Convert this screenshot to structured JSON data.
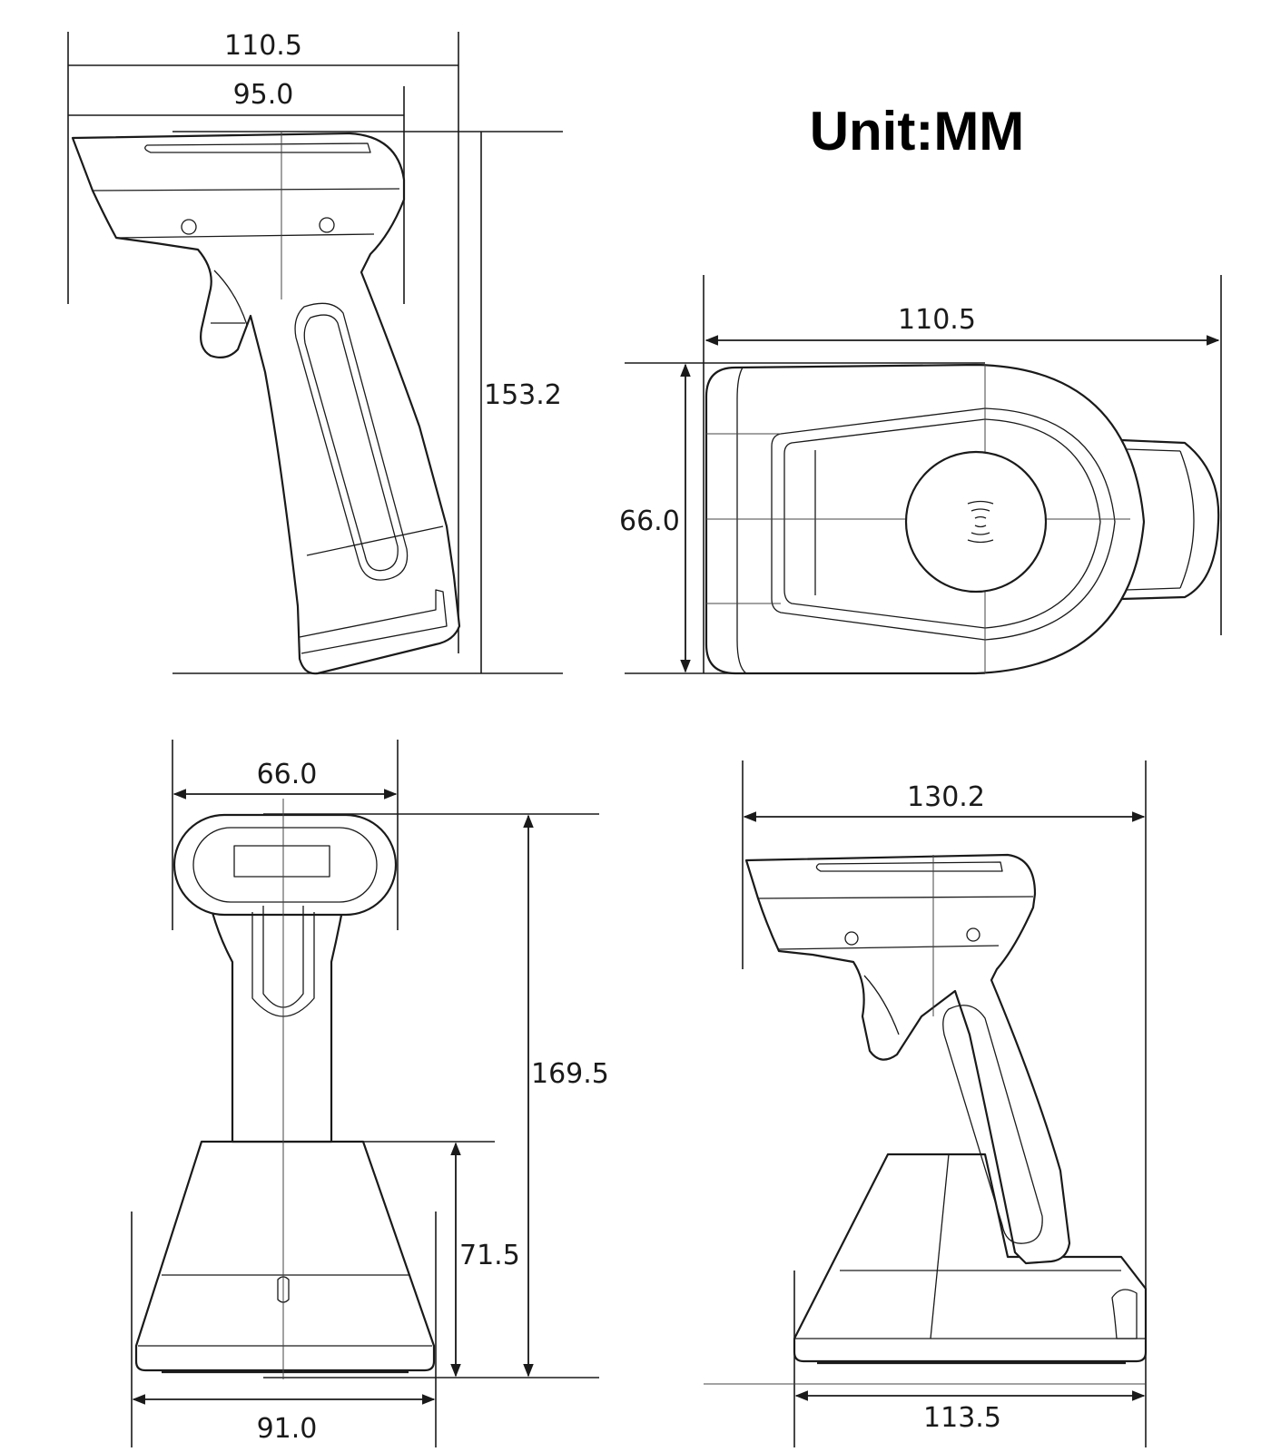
{
  "unit_label": "Unit:MM",
  "views": {
    "side": {
      "width_total": "110.5",
      "width_head": "95.0",
      "height": "153.2"
    },
    "top": {
      "width": "110.5",
      "depth": "66.0"
    },
    "front": {
      "width": "66.0",
      "height_total": "169.5",
      "height_base": "71.5",
      "base_width": "91.0"
    },
    "side_docked": {
      "width_total": "130.2",
      "base_width": "113.5"
    }
  }
}
